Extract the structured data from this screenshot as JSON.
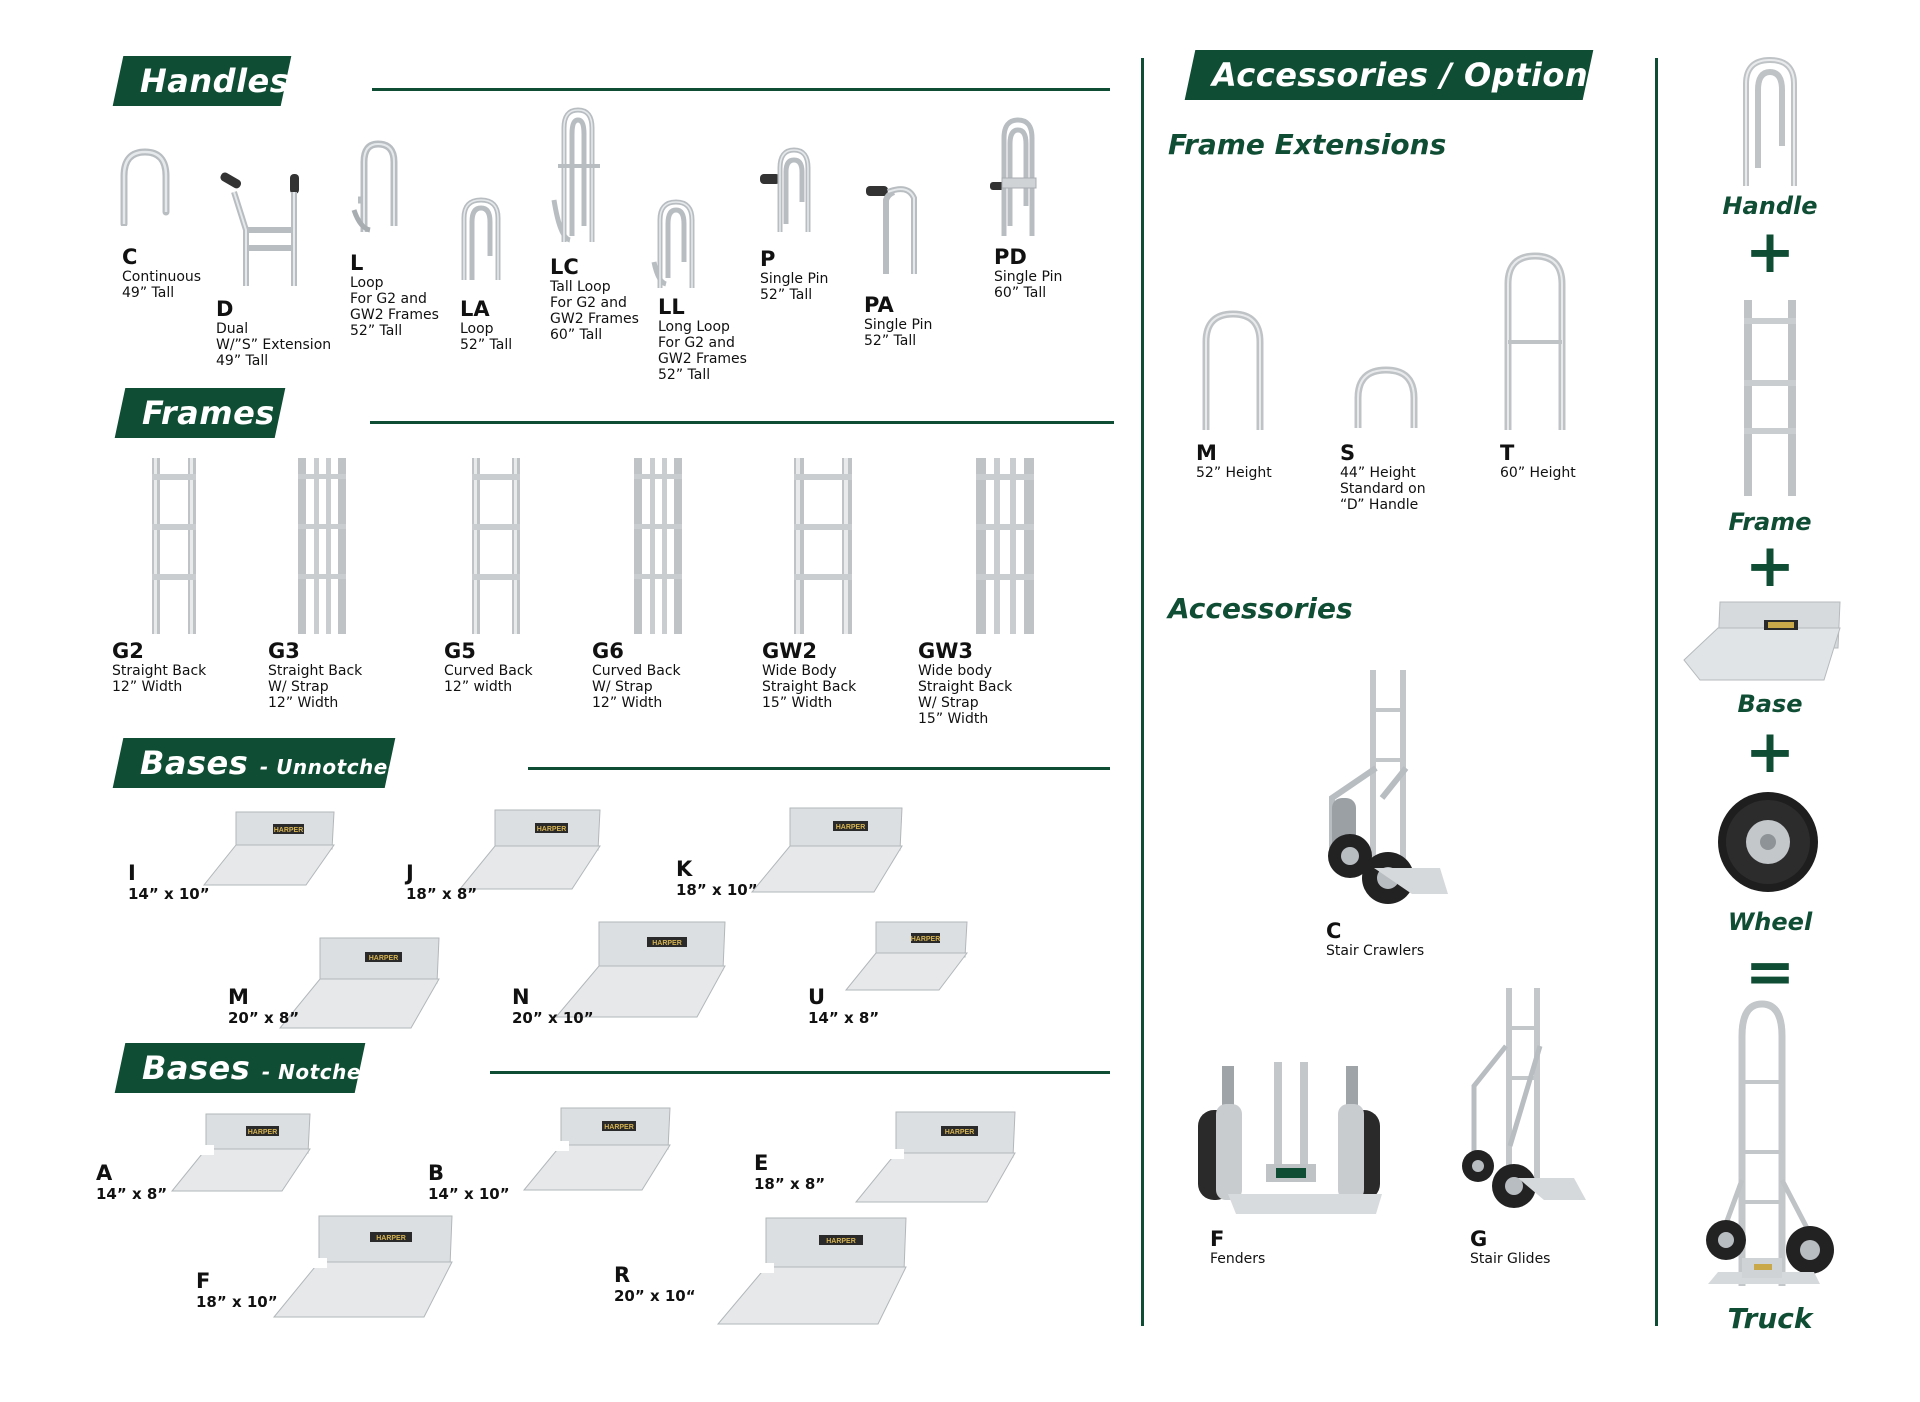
{
  "sections": {
    "handles": "Handles",
    "frames": "Frames",
    "bases_unnotched": {
      "title": "Bases",
      "suffix": "- Unnotched"
    },
    "bases_notched": {
      "title": "Bases",
      "suffix": "- Notched"
    },
    "accessories_options": "Accessories / Options",
    "frame_extensions": "Frame Extensions",
    "accessories": "Accessories"
  },
  "handles": [
    {
      "code": "C",
      "lines": [
        "Continuous",
        "49” Tall"
      ]
    },
    {
      "code": "D",
      "lines": [
        "Dual",
        "W/”S” Extension",
        "49” Tall"
      ]
    },
    {
      "code": "L",
      "lines": [
        "Loop",
        "For G2 and",
        "GW2 Frames",
        "52” Tall"
      ]
    },
    {
      "code": "LA",
      "lines": [
        "Loop",
        "52” Tall"
      ]
    },
    {
      "code": "LC",
      "lines": [
        "Tall Loop",
        "For G2 and",
        "GW2 Frames",
        "60” Tall"
      ]
    },
    {
      "code": "LL",
      "lines": [
        "Long Loop",
        "For G2 and",
        "GW2 Frames",
        "52” Tall"
      ]
    },
    {
      "code": "P",
      "lines": [
        "Single Pin",
        "52” Tall"
      ]
    },
    {
      "code": "PA",
      "lines": [
        "Single Pin",
        "52” Tall"
      ]
    },
    {
      "code": "PD",
      "lines": [
        "Single Pin",
        "60” Tall"
      ]
    }
  ],
  "frames": [
    {
      "code": "G2",
      "lines": [
        "Straight Back",
        "12” Width"
      ]
    },
    {
      "code": "G3",
      "lines": [
        "Straight Back",
        "W/ Strap",
        "12” Width"
      ]
    },
    {
      "code": "G5",
      "lines": [
        "Curved Back",
        "12” width"
      ]
    },
    {
      "code": "G6",
      "lines": [
        "Curved Back",
        "W/ Strap",
        "12” Width"
      ]
    },
    {
      "code": "GW2",
      "lines": [
        "Wide Body",
        "Straight Back",
        "15” Width"
      ]
    },
    {
      "code": "GW3",
      "lines": [
        "Wide body",
        "Straight Back",
        "W/ Strap",
        "15” Width"
      ]
    }
  ],
  "bases_unnotched": [
    {
      "code": "I",
      "size": "14” x 10”"
    },
    {
      "code": "J",
      "size": "18” x 8”"
    },
    {
      "code": "K",
      "size": "18” x 10”"
    },
    {
      "code": "M",
      "size": "20” x 8”"
    },
    {
      "code": "N",
      "size": "20” x 10”"
    },
    {
      "code": "U",
      "size": "14” x 8”"
    }
  ],
  "bases_notched": [
    {
      "code": "A",
      "size": "14” x 8”"
    },
    {
      "code": "B",
      "size": "14” x 10”"
    },
    {
      "code": "E",
      "size": "18” x 8”"
    },
    {
      "code": "F",
      "size": "18” x 10”"
    },
    {
      "code": "R",
      "size": "20” x 10“"
    }
  ],
  "frame_extensions": [
    {
      "code": "M",
      "lines": [
        "52” Height"
      ]
    },
    {
      "code": "S",
      "lines": [
        "44” Height",
        "Standard on",
        "“D” Handle"
      ]
    },
    {
      "code": "T",
      "lines": [
        "60” Height"
      ]
    }
  ],
  "accessories": [
    {
      "code": "C",
      "lines": [
        "Stair Crawlers"
      ]
    },
    {
      "code": "F",
      "lines": [
        "Fenders"
      ]
    },
    {
      "code": "G",
      "lines": [
        "Stair Glides"
      ]
    }
  ],
  "assembly": {
    "handle": "Handle",
    "frame": "Frame",
    "base": "Base",
    "wheel": "Wheel",
    "truck": "Truck",
    "plus": "+",
    "equals": "="
  },
  "brand_plate": "HARPER",
  "colors": {
    "brand_green": "#0f4d34",
    "aluminum": "#c9cdd0"
  }
}
